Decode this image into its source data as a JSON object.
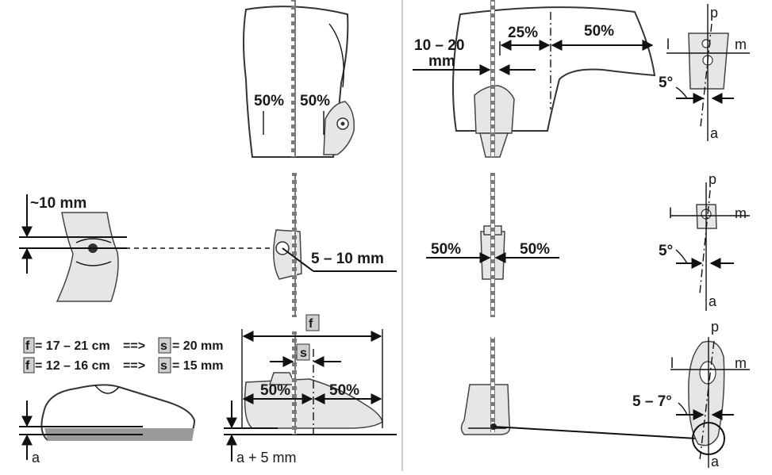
{
  "labels": {
    "top_left_half_left": "50%",
    "top_left_half_right": "50%",
    "knee_offset": "~10 mm",
    "knee_shift": "5 – 10 mm",
    "rule1_var": "f",
    "rule1_range": "= 17 – 21 cm",
    "rule1_arrow": "==>",
    "rule1_result_var": "s",
    "rule1_result": "= 20 mm",
    "rule2_var": "f",
    "rule2_range": "= 12 – 16 cm",
    "rule2_arrow": "==>",
    "rule2_result_var": "s",
    "rule2_result": "= 15 mm",
    "foot_f": "f",
    "foot_s": "s",
    "foot_half_left": "50%",
    "foot_half_right": "50%",
    "shoe_a": "a",
    "heel_a5": "a + 5 mm",
    "socket_offset": "10 – 20",
    "socket_offset_unit": "mm",
    "socket_25": "25%",
    "socket_50": "50%",
    "tr_p": "p",
    "tr_l": "l",
    "tr_m": "m",
    "tr_a": "a",
    "tr_angle": "5°",
    "mid_half_left": "50%",
    "mid_half_right": "50%",
    "mr_p": "p",
    "mr_l": "l",
    "mr_m": "m",
    "mr_a": "a",
    "mr_angle": "5°",
    "br_p": "p",
    "br_l": "l",
    "br_m": "m",
    "br_a": "a",
    "br_angle": "5 – 7°"
  }
}
